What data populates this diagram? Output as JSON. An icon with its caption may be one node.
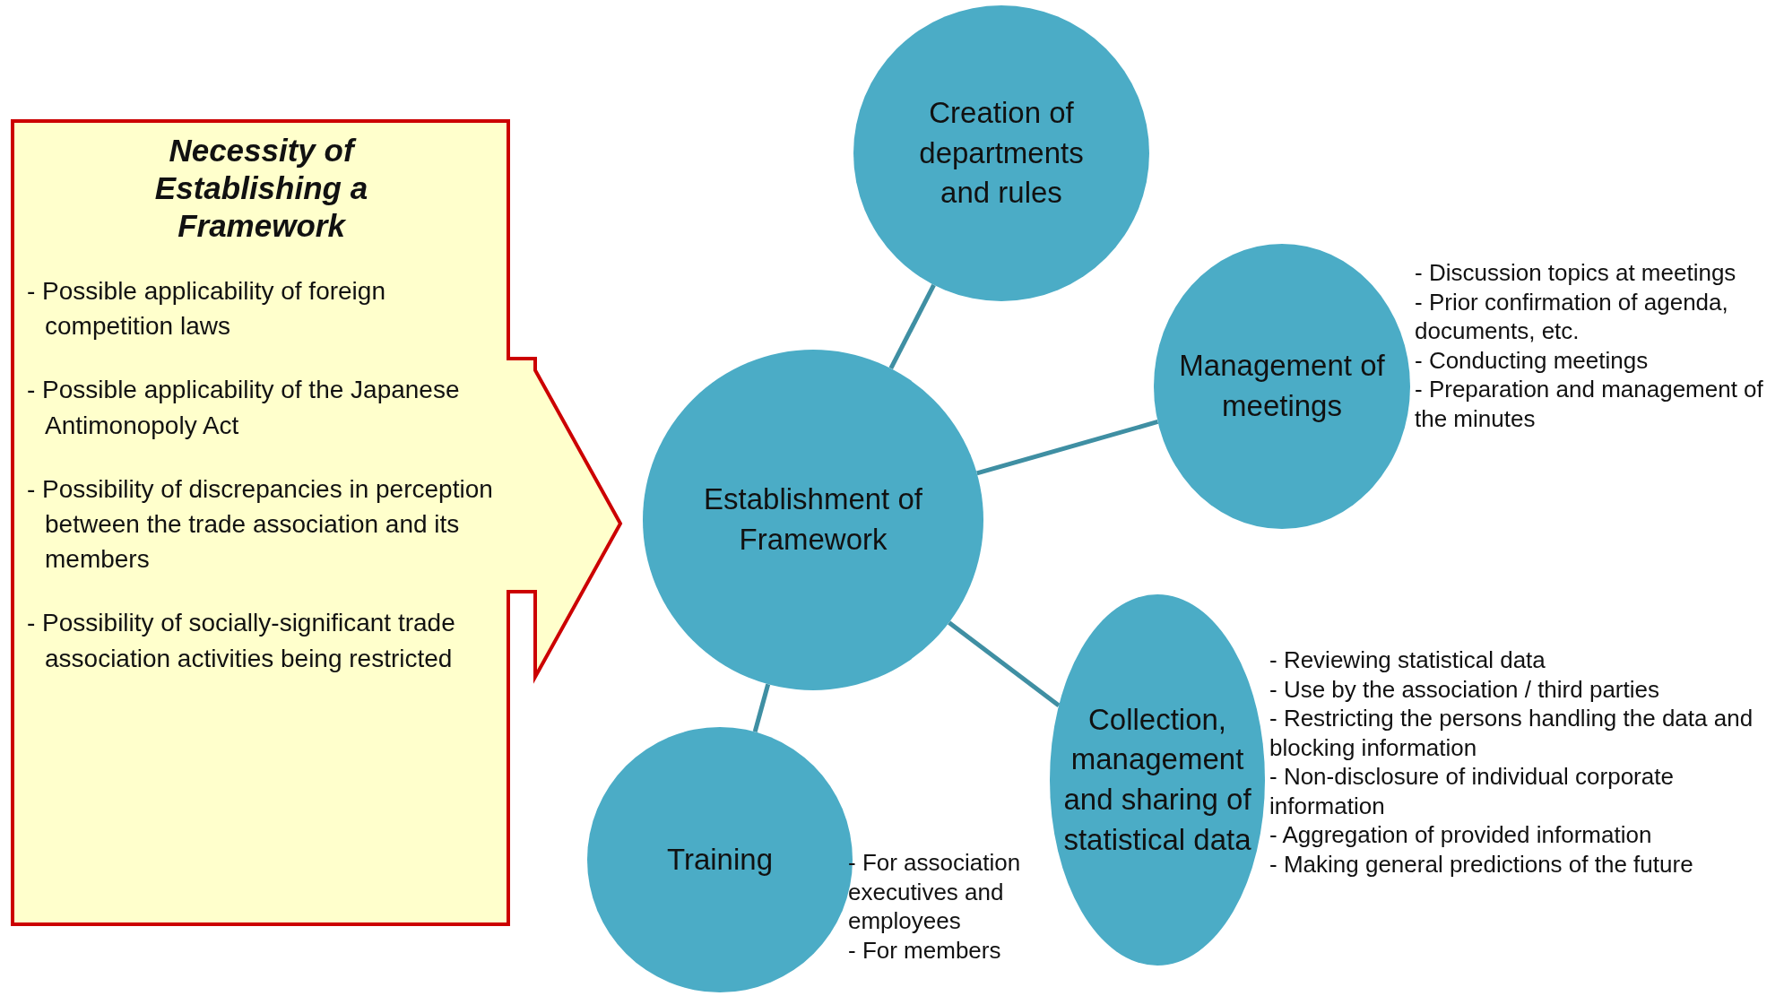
{
  "diagram": {
    "nodes": [
      {
        "text": [
          "Necessity of Establishing a Framework",
          "- Possible applicability of foreign competition laws",
          "- Possible applicability of the Japanese Antimonopoly Act",
          "- Possibility of discrepancies in perception between the trade association and its members",
          "- Possibility of socially-significant trade association activities being restricted"
        ]
      },
      {
        "text": [
          "Creation of departments and rules"
        ]
      },
      {
        "text": [
          "Management of meetings"
        ],
        "beside": [
          "- Discussion topics at meetings",
          "- Prior confirmation of agenda, documents, etc.",
          "- Conducting meetings",
          "- Preparation and management of the minutes"
        ]
      },
      {
        "text": [
          "Establishment of Framework"
        ]
      },
      {
        "text": [
          "Collection, management and sharing of statistical data"
        ],
        "beside": [
          "- Reviewing statistical data",
          "- Use by the association / third parties",
          "- Restricting the persons handling the data and blocking information",
          "- Non-disclosure of individual corporate information",
          "- Aggregation of provided information",
          "- Making general predictions of the future"
        ]
      },
      {
        "text": [
          "Training"
        ],
        "beside": [
          "- For association executives and employees",
          "- For members"
        ]
      }
    ],
    "edges": [
      {
        "from": 3,
        "to": 1,
        "arrow": "none"
      },
      {
        "from": 3,
        "to": 2,
        "arrow": "none"
      },
      {
        "from": 3,
        "to": 4,
        "arrow": "none"
      },
      {
        "from": 3,
        "to": 5,
        "arrow": "none"
      }
    ]
  }
}
